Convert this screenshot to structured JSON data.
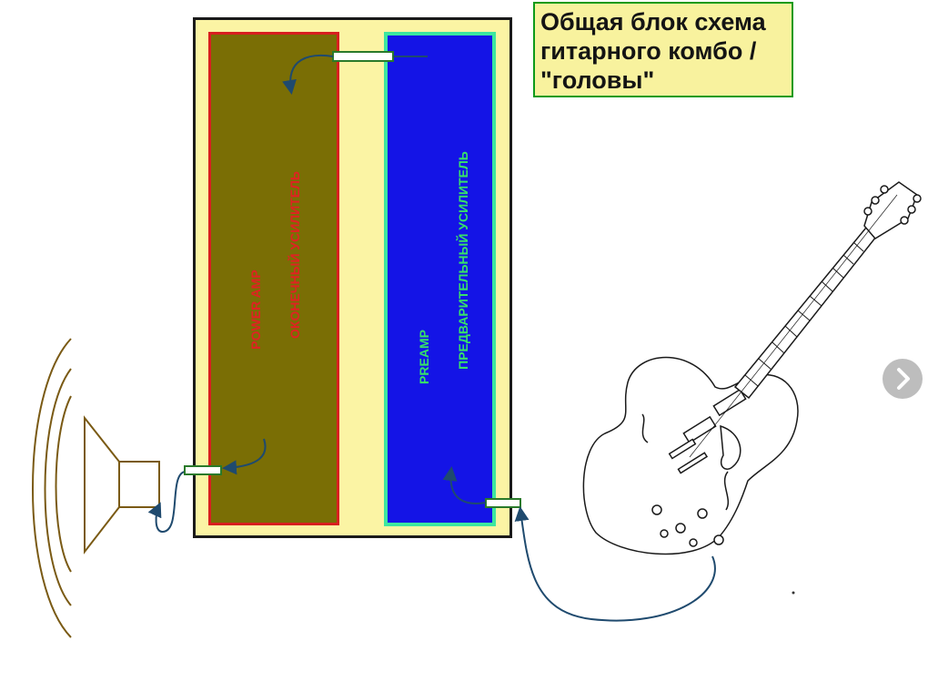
{
  "title": {
    "line1": "Общая блок схема",
    "line2": "гитарного комбо /",
    "line3": "\"головы\""
  },
  "power_amp": {
    "label_en": "POWER AMP",
    "label_ru": "ОКОНЕЧНЫЙ УСИЛИТЕЛЬ"
  },
  "preamp": {
    "label_en": "PREAMP",
    "label_ru": "ПРЕДВАРИТЕЛЬНЫЙ УСИЛИТЕЛЬ"
  },
  "colors": {
    "title_bg": "#f8f29e",
    "title_border": "#0e9a1a",
    "combo_bg": "#fbf4a4",
    "power_amp_fill": "#7a6e05",
    "power_amp_border": "#d81f1f",
    "preamp_fill": "#1414e6",
    "preamp_border": "#3ce6a0",
    "cable": "#1f4a6e",
    "speaker": "#7a5a14"
  },
  "icons": {
    "speaker": "speaker-icon",
    "guitar": "electric-guitar-icon",
    "next": "chevron-right-icon"
  }
}
